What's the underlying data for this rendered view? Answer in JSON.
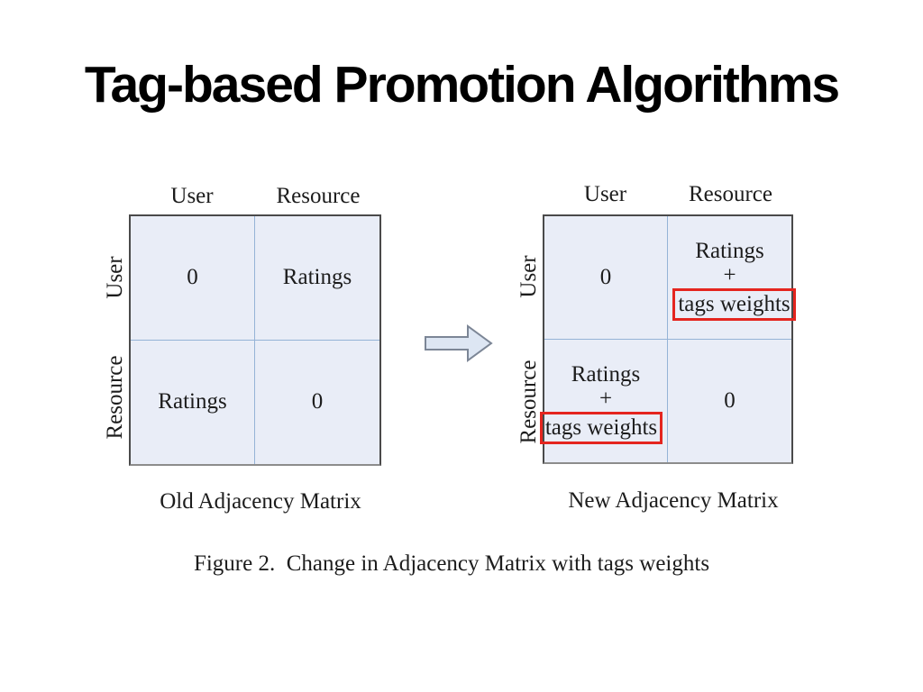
{
  "title": "Tag-based Promotion Algorithms",
  "diagram": {
    "old": {
      "caption": "Old Adjacency Matrix",
      "col_headers": [
        "User",
        "Resource"
      ],
      "row_headers": [
        "User",
        "Resource"
      ],
      "cells": {
        "tl": "0",
        "tr": "Ratings",
        "bl": "Ratings",
        "br": "0"
      }
    },
    "new": {
      "caption": "New Adjacency Matrix",
      "col_headers": [
        "User",
        "Resource"
      ],
      "row_headers": [
        "User",
        "Resource"
      ],
      "cells": {
        "tl": "0",
        "tr": {
          "line1": "Ratings",
          "op": "+",
          "boxed": "tags weights"
        },
        "bl": {
          "line1": "Ratings",
          "op": "+",
          "boxed": "tags weights"
        },
        "br": "0"
      }
    },
    "figure_caption": "Figure 2.  Change in Adjacency Matrix with tags weights"
  },
  "icons": {
    "arrow": "right-block-arrow"
  },
  "colors": {
    "cell_fill": "#e9edf7",
    "grid_divider": "#95b3d7",
    "matrix_border": "#4a4a4a",
    "highlight_box": "#e4251f",
    "arrow_fill": "#dde6f3",
    "arrow_stroke": "#7c8696",
    "title_color": "#000000"
  }
}
